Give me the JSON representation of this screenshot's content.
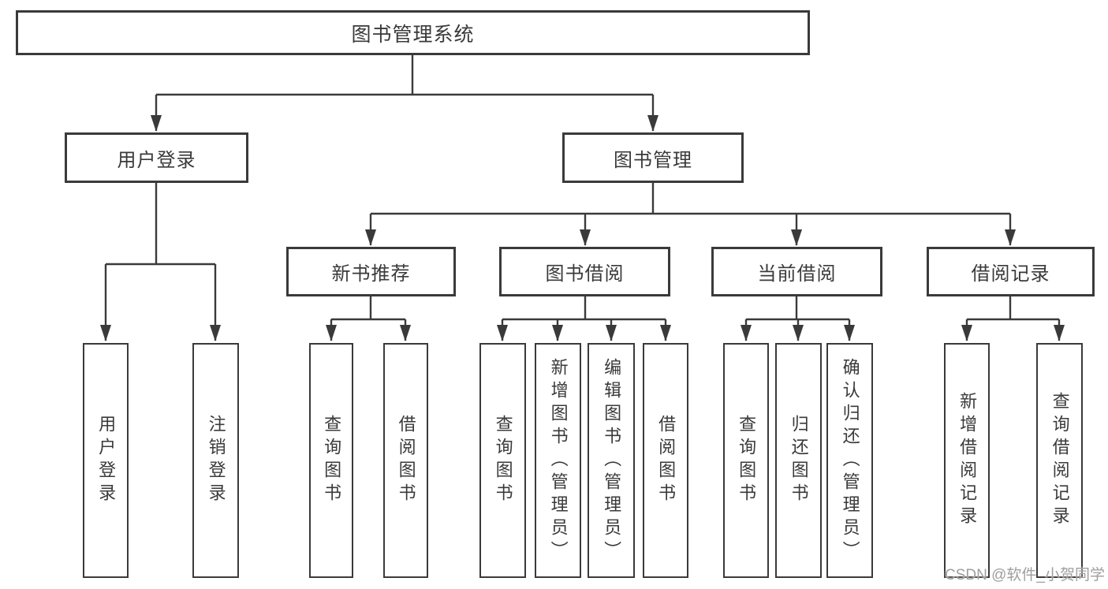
{
  "tree": {
    "label": "图书管理系统",
    "children": [
      {
        "label": "用户登录",
        "children": [
          {
            "label": "用户登录"
          },
          {
            "label": "注销登录"
          }
        ]
      },
      {
        "label": "图书管理",
        "children": [
          {
            "label": "新书推荐",
            "children": [
              {
                "label": "查询图书"
              },
              {
                "label": "借阅图书"
              }
            ]
          },
          {
            "label": "图书借阅",
            "children": [
              {
                "label": "查询图书"
              },
              {
                "label": "新增图书（管理员）"
              },
              {
                "label": "编辑图书（管理员）"
              },
              {
                "label": "借阅图书"
              }
            ]
          },
          {
            "label": "当前借阅",
            "children": [
              {
                "label": "查询图书"
              },
              {
                "label": "归还图书"
              },
              {
                "label": "确认归还（管理员）"
              }
            ]
          },
          {
            "label": "借阅记录",
            "children": [
              {
                "label": "新增借阅记录"
              },
              {
                "label": "查询借阅记录"
              }
            ]
          }
        ]
      }
    ]
  },
  "watermark": "CSDN @软件_小贺同学",
  "colors": {
    "line": "#3a3a3a",
    "text": "#3a3a3a",
    "background": "#ffffff",
    "watermark": "#9e9e9e"
  }
}
